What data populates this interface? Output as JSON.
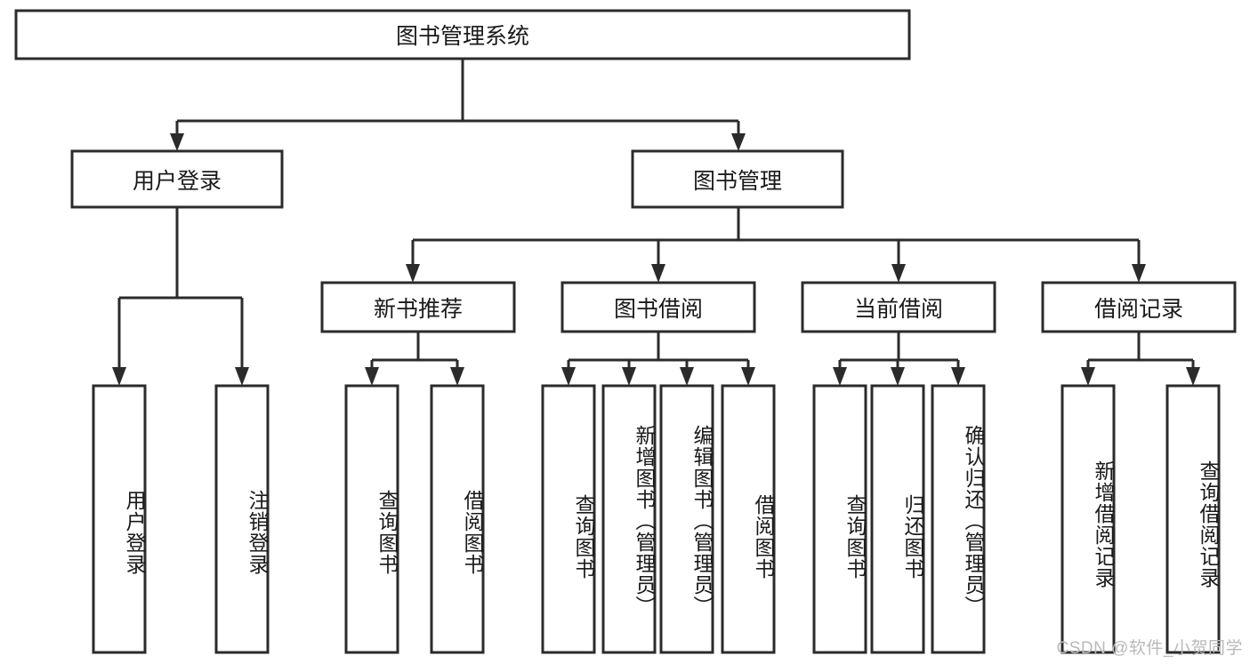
{
  "diagram": {
    "type": "tree",
    "title": "图书管理系统",
    "orientation": "top-down",
    "colors": {
      "background": "#ffffff",
      "box_fill": "#ffffff",
      "line": "#2b2b2b",
      "text": "#1a1a1a",
      "watermark": "#b9b9b9"
    },
    "root": {
      "label": "图书管理系统"
    },
    "level2": [
      {
        "label": "用户登录"
      },
      {
        "label": "图书管理"
      }
    ],
    "level3": [
      {
        "label": "新书推荐"
      },
      {
        "label": "图书借阅"
      },
      {
        "label": "当前借阅"
      },
      {
        "label": "借阅记录"
      }
    ],
    "leaves": {
      "user_login": [
        {
          "label": "用户登录"
        },
        {
          "label": "注销登录"
        }
      ],
      "new_book": [
        {
          "label": "查询图书"
        },
        {
          "label": "借阅图书"
        }
      ],
      "book_borrow": [
        {
          "label": "查询图书"
        },
        {
          "label": "新增图书（管理员）"
        },
        {
          "label": "编辑图书（管理员）"
        },
        {
          "label": "借阅图书"
        }
      ],
      "current_borrow": [
        {
          "label": "查询图书"
        },
        {
          "label": "归还图书"
        },
        {
          "label": "确认归还（管理员）"
        }
      ],
      "borrow_record": [
        {
          "label": "新增借阅记录"
        },
        {
          "label": "查询借阅记录"
        }
      ]
    }
  },
  "watermark": {
    "text": "CSDN @软件_小贺同学"
  }
}
